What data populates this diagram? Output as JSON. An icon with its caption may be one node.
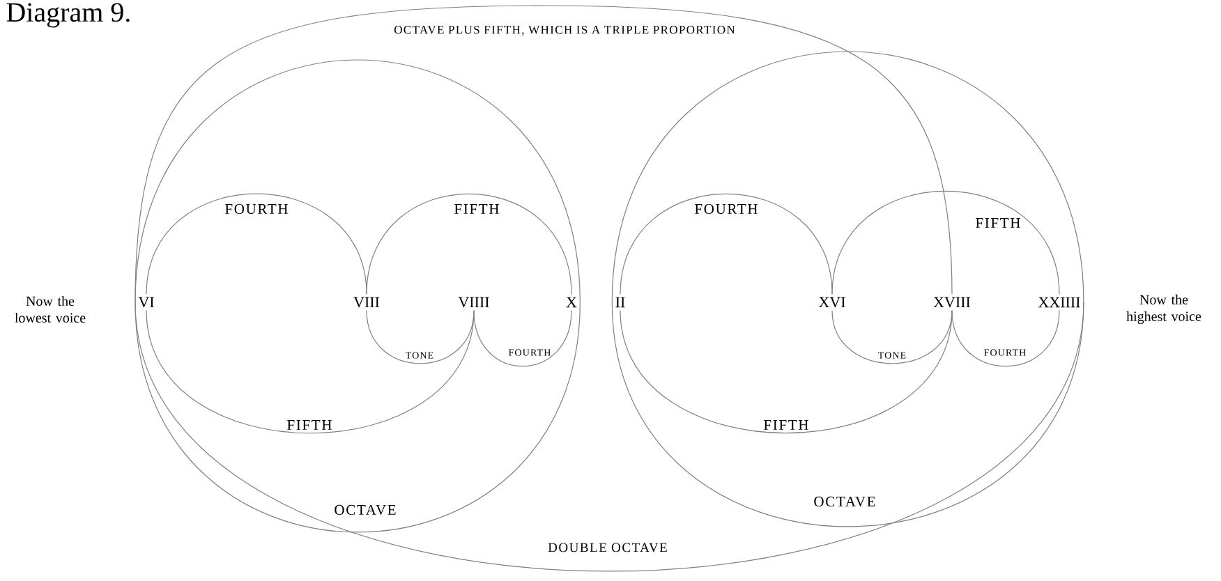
{
  "diagram": {
    "title": "Diagram 9.",
    "nodes": [
      {
        "text": [
          "VI"
        ]
      },
      {
        "text": [
          "VIII"
        ]
      },
      {
        "text": [
          "VIIII"
        ]
      },
      {
        "text": [
          "X"
        ]
      },
      {
        "text": [
          "II"
        ]
      },
      {
        "text": [
          "XVI"
        ]
      },
      {
        "text": [
          "XVIII"
        ]
      },
      {
        "text": [
          "XXIIII"
        ]
      }
    ],
    "edges": [
      {
        "from": 0,
        "to": 1,
        "arrow": "none",
        "label": "FOURTH"
      },
      {
        "from": 1,
        "to": 3,
        "arrow": "none",
        "label": "FIFTH"
      },
      {
        "from": 1,
        "to": 2,
        "arrow": "none",
        "label": "TONE"
      },
      {
        "from": 2,
        "to": 3,
        "arrow": "none",
        "label": "FOURTH"
      },
      {
        "from": 0,
        "to": 2,
        "arrow": "none",
        "label": "FIFTH"
      },
      {
        "from": 0,
        "to": 3,
        "arrow": "none"
      },
      {
        "from": 0,
        "to": 3,
        "arrow": "none",
        "label": "OCTAVE"
      },
      {
        "from": 4,
        "to": 5,
        "arrow": "none",
        "label": "FOURTH"
      },
      {
        "from": 5,
        "to": 7,
        "arrow": "none",
        "label": "FIFTH"
      },
      {
        "from": 5,
        "to": 6,
        "arrow": "none",
        "label": "TONE"
      },
      {
        "from": 6,
        "to": 7,
        "arrow": "none",
        "label": "FOURTH"
      },
      {
        "from": 4,
        "to": 6,
        "arrow": "none",
        "label": "FIFTH"
      },
      {
        "from": 4,
        "to": 7,
        "arrow": "none"
      },
      {
        "from": 4,
        "to": 7,
        "arrow": "none",
        "label": "OCTAVE"
      },
      {
        "from": 0,
        "to": 7,
        "arrow": "none",
        "label": "DOUBLE OCTAVE"
      },
      {
        "from": 0,
        "to": 6,
        "arrow": "none",
        "label": "OCTAVE PLUS FIFTH, WHICH IS A TRIPLE PROPORTION"
      }
    ],
    "labels": [
      "Now the lowest voice",
      "Now the highest voice"
    ]
  }
}
